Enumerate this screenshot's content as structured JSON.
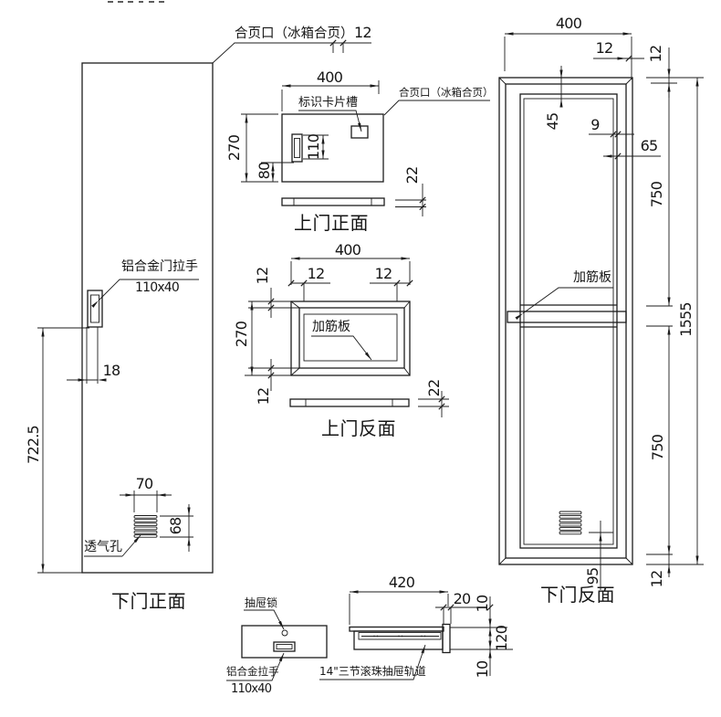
{
  "drawing": {
    "hinge_note": {
      "label": "合页口（冰箱合页）",
      "dim": "12"
    },
    "upper_door_front": {
      "caption": "上门正面",
      "width": "400",
      "height": "270",
      "handle_height": "110",
      "handle_bottom_offset": "80",
      "thickness": "22",
      "card_slot_label": "标识卡片槽",
      "hinge_label": "合页口（冰箱合页）"
    },
    "upper_door_back": {
      "caption": "上门反面",
      "width": "400",
      "side_inset_left": "12",
      "side_inset_right": "12",
      "flange_top": "12",
      "flange_bottom": "12",
      "height": "270",
      "thickness": "22",
      "stiffener_label": "加筋板"
    },
    "lower_door_front": {
      "caption": "下门正面",
      "handle_label": "铝合金门拉手",
      "handle_size": "110x40",
      "handle_offset": "18",
      "handle_to_bottom": "722.5",
      "vent_width": "70",
      "vent_height": "68",
      "vent_label": "透气孔"
    },
    "lower_door_back": {
      "caption": "下门反面",
      "width": "400",
      "hinge_inset": "12",
      "flange_top": "12",
      "opening_top": "45",
      "rib_gap": "9",
      "edge_offset": "65",
      "upper_section": "750",
      "lower_section": "750",
      "total_height": "1555",
      "flange_bottom": "12",
      "vent_offset": "95",
      "stiffener_label": "加筋板"
    },
    "drawer": {
      "lock_label": "抽屉锁",
      "handle_label": "铝合金拉手",
      "handle_size": "110x40"
    },
    "rail": {
      "length": "420",
      "end_offset": "20",
      "top_gap": "10",
      "height": "120",
      "bottom_gap": "10",
      "label": "14\"三节滚珠抽屉轨道"
    }
  }
}
